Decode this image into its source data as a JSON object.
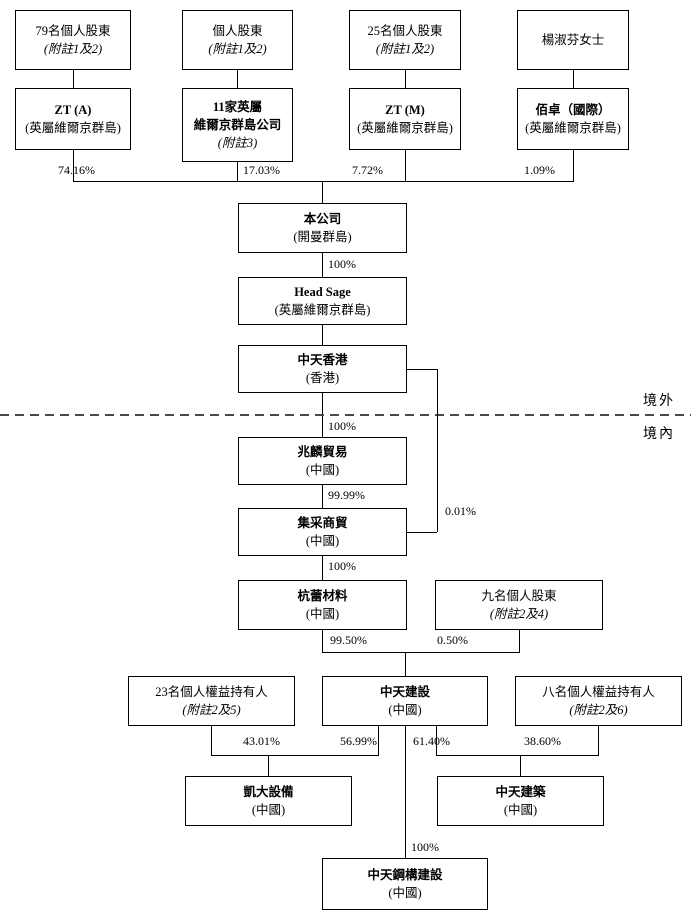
{
  "regions": {
    "offshore": "境外",
    "onshore": "境內"
  },
  "nodes": {
    "sh79": {
      "lines": [
        "79名個人股東",
        "(附註1及2)"
      ]
    },
    "sh_individual": {
      "lines": [
        "個人股東",
        "(附註1及2)"
      ]
    },
    "sh25": {
      "lines": [
        "25名個人股東",
        "(附註1及2)"
      ]
    },
    "madam_yang": {
      "lines": [
        "楊淑芬女士"
      ]
    },
    "zt_a": {
      "lines": [
        "ZT (A)",
        "(英屬維爾京群島)"
      ]
    },
    "bvi_11": {
      "lines": [
        "11家英屬",
        "維爾京群島公司",
        "(附註3)"
      ]
    },
    "zt_m": {
      "lines": [
        "ZT (M)",
        "(英屬維爾京群島)"
      ]
    },
    "baizhuo": {
      "lines": [
        "佰卓（國際）",
        "(英屬維爾京群島)"
      ]
    },
    "company": {
      "lines": [
        "本公司",
        "(開曼群島)"
      ]
    },
    "head_sage": {
      "lines": [
        "Head Sage",
        "(英屬維爾京群島)"
      ]
    },
    "zt_hk": {
      "lines": [
        "中天香港",
        "(香港)"
      ]
    },
    "zhaolin": {
      "lines": [
        "兆麟貿易",
        "(中國)"
      ]
    },
    "jicai": {
      "lines": [
        "集采商貿",
        "(中國)"
      ]
    },
    "hangxiao": {
      "lines": [
        "杭蕾材料",
        "(中國)"
      ]
    },
    "nine_sh": {
      "lines": [
        "九名個人股東",
        "(附註2及4)"
      ]
    },
    "zt_construction": {
      "lines": [
        "中天建設",
        "(中國)"
      ]
    },
    "holders_23": {
      "lines": [
        "23名個人權益持有人",
        "(附註2及5)"
      ]
    },
    "holders_8": {
      "lines": [
        "八名個人權益持有人",
        "(附註2及6)"
      ]
    },
    "kaida": {
      "lines": [
        "凱大設備",
        "(中國)"
      ]
    },
    "zt_architecture": {
      "lines": [
        "中天建築",
        "(中國)"
      ]
    },
    "zt_steel": {
      "lines": [
        "中天鋼構建設",
        "(中國)"
      ]
    }
  },
  "ownership": {
    "zta_to_company": "74.16%",
    "bvi11_to_company": "17.03%",
    "ztm_to_company": "7.72%",
    "baizhuo_to_company": "1.09%",
    "company_to_headsage": "100%",
    "zthk_to_zhaolin": "100%",
    "zhaolin_to_jicai": "99.99%",
    "zthk_to_jicai": "0.01%",
    "jicai_to_hangxiao": "100%",
    "hangxiao_to_ztconstruction": "99.50%",
    "ninesh_to_ztconstruction": "0.50%",
    "holders23_to_kaida": "43.01%",
    "ztconstruction_to_kaida": "56.99%",
    "ztconstruction_to_ztarchitecture": "61.40%",
    "holders8_to_ztarchitecture": "38.60%",
    "ztconstruction_to_ztsteel": "100%"
  }
}
